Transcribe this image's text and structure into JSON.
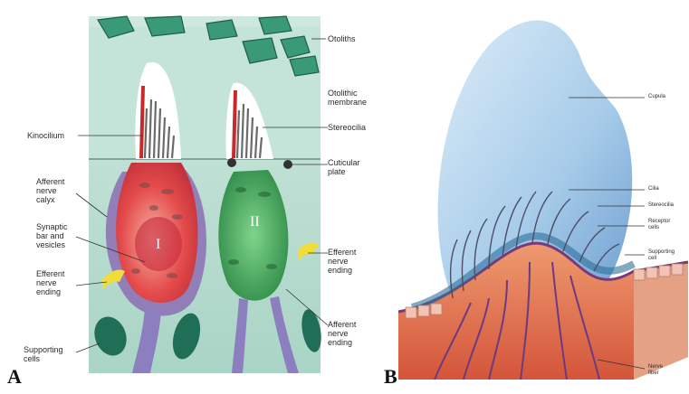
{
  "panels": {
    "a": {
      "letter": "A",
      "labels": {
        "otoliths": "Otoliths",
        "otolithic_membrane": "Otolithic\nmembrane",
        "stereocilia": "Stereocilia",
        "kinocilium": "Kinocilium",
        "cuticular_plate": "Cuticular\nplate",
        "afferent_nerve_calyx": "Afferent\nnerve\ncalyx",
        "synaptic_bar": "Synaptic\nbar and\nvesicles",
        "efferent_left": "Efferent\nnerve\nending",
        "efferent_right": "Efferent\nnerve\nending",
        "afferent_ending": "Afferent\nnerve\nending",
        "supporting_cells": "Supporting\ncells",
        "cell_type_1": "I",
        "cell_type_2": "II"
      }
    },
    "b": {
      "letter": "B",
      "labels": {
        "cupula": "Cupula",
        "cilia": "Cilia",
        "stereocilia": "Stereocilia",
        "receptor_cells": "Receptor\ncells",
        "supporting_cell": "Supporting\ncell",
        "nerve_fiber": "Nerve\nfiber"
      }
    }
  },
  "colors": {
    "bg_a": "#b9dcd2",
    "otolith": "#2f8a6a",
    "type1_cell": "#e0393f",
    "type2_cell": "#2f9a4e",
    "calyx": "#8c6fb3",
    "cupula": "#a9cdea",
    "tissue": "#e07a4f"
  }
}
